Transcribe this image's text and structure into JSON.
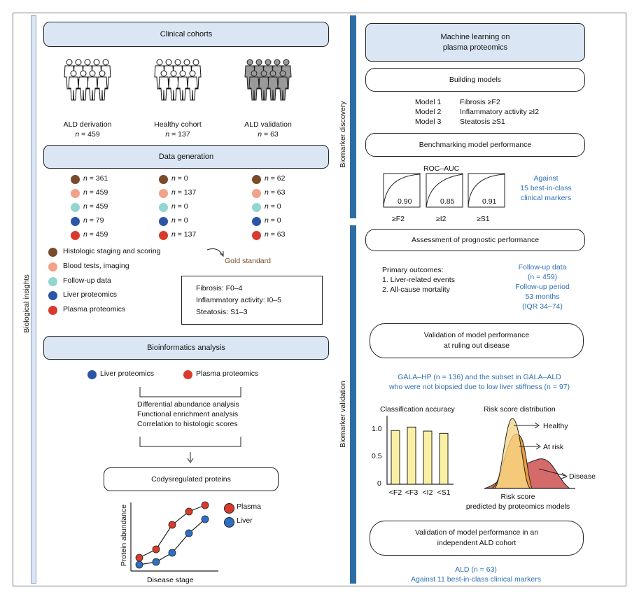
{
  "colors": {
    "histologic": "#7a4a2d",
    "blood": "#f4a18a",
    "followup": "#93d6cf",
    "liver": "#2c55a7",
    "plasma": "#d93a2b",
    "header_fill": "#dbe6f4",
    "accent_blue": "#2e6fb0",
    "bar_fill": "#f9f0a4"
  },
  "left": {
    "side_label": "Biological insights",
    "clinical_cohorts": {
      "title": "Clinical cohorts",
      "cohorts": [
        {
          "name": "ALD derivation",
          "n_label": "n",
          "n_value": "= 459"
        },
        {
          "name": "Healthy cohort",
          "n_label": "n",
          "n_value": "= 137"
        },
        {
          "name": "ALD validation",
          "n_label": "n",
          "n_value": "= 63"
        }
      ]
    },
    "data_generation": {
      "title": "Data generation",
      "n_prefix": "n",
      "columns": [
        [
          "= 361",
          "= 459",
          "= 459",
          "= 79",
          "= 459"
        ],
        [
          "= 0",
          "= 137",
          "= 0",
          "= 0",
          "= 137"
        ],
        [
          "= 62",
          "= 63",
          "= 0",
          "= 0",
          "= 63"
        ]
      ],
      "legend": [
        "Histologic staging and scoring",
        "Blood tests, imaging",
        "Follow-up data",
        "Liver proteomics",
        "Plasma proteomics"
      ],
      "gold_standard": "Gold standard",
      "staging_box": [
        "Fibrosis: F0–4",
        "Inflammatory activity: I0–5",
        "Steatosis: S1–3"
      ]
    },
    "bioinformatics": {
      "title": "Bioinformatics analysis",
      "liver": "Liver proteomics",
      "plasma": "Plasma proteomics",
      "analyses": [
        "Differential abundance analysis",
        "Functional enrichment analysis",
        "Correlation to histologic scores"
      ],
      "result_box": "Codysregulated proteins",
      "plot": {
        "ylabel": "Protein abundance",
        "xlabel": "Disease stage",
        "legend_plasma": "Plasma",
        "legend_liver": "Liver"
      }
    }
  },
  "right": {
    "side_label_top": "Biomarker discovery",
    "side_label_bottom": "Biomarker validation",
    "ml_header": [
      "Machine learning on",
      "plasma proteomics"
    ],
    "building_models": "Building models",
    "models": [
      {
        "name": "Model 1",
        "target": "Fibrosis ≥F2"
      },
      {
        "name": "Model 2",
        "target": "Inflammatory activity ≥I2"
      },
      {
        "name": "Model 3",
        "target": "Steatosis ≥S1"
      }
    ],
    "benchmarking": "Benchmarking model performance",
    "roc": {
      "title": "ROC–AUC",
      "values": [
        "0.90",
        "0.85",
        "0.91"
      ],
      "labels": [
        "≥F2",
        "≥I2",
        "≥S1"
      ],
      "against": [
        "Against",
        "15 best-in-class",
        "clinical markers"
      ]
    },
    "prognostic": "Assessment of prognostic performance",
    "primary_outcomes": [
      "Primary outcomes:",
      "1. Liver-related events",
      "2. All-cause mortality"
    ],
    "followup": [
      "Follow-up data",
      "(n = 459)",
      "Follow-up period",
      "53 months",
      "(IQR 34–74)"
    ],
    "validation_rule_out": [
      "Validation of model performance",
      "at ruling out disease"
    ],
    "gala": [
      "GALA–HP (n = 136) and the subset in GALA–ALD",
      "who were not biopsied due to low liver stiffness (n = 97)"
    ],
    "accuracy": {
      "title": "Classification accuracy",
      "yticks": [
        "0",
        "0.5",
        "1.0"
      ]
    },
    "risk": {
      "title": "Risk score distribution",
      "labels": [
        "Healthy",
        "At risk",
        "Disease"
      ],
      "xlabel": [
        "Risk score",
        "predicted by proteomics models"
      ]
    },
    "validation_independent": [
      "Validation of model performance in an",
      "independent ALD cohort"
    ],
    "ald_footer": [
      "ALD (n = 63)",
      "Against 11 best-in-class clinical markers"
    ]
  },
  "chart_data": {
    "type": "bar",
    "title": "Classification accuracy",
    "categories": [
      "<F2",
      "<F3",
      "<I2",
      "<S1"
    ],
    "values": [
      0.94,
      1.0,
      0.93,
      0.89
    ],
    "ylim": [
      0,
      1.2
    ],
    "xlabel": "",
    "ylabel": ""
  }
}
